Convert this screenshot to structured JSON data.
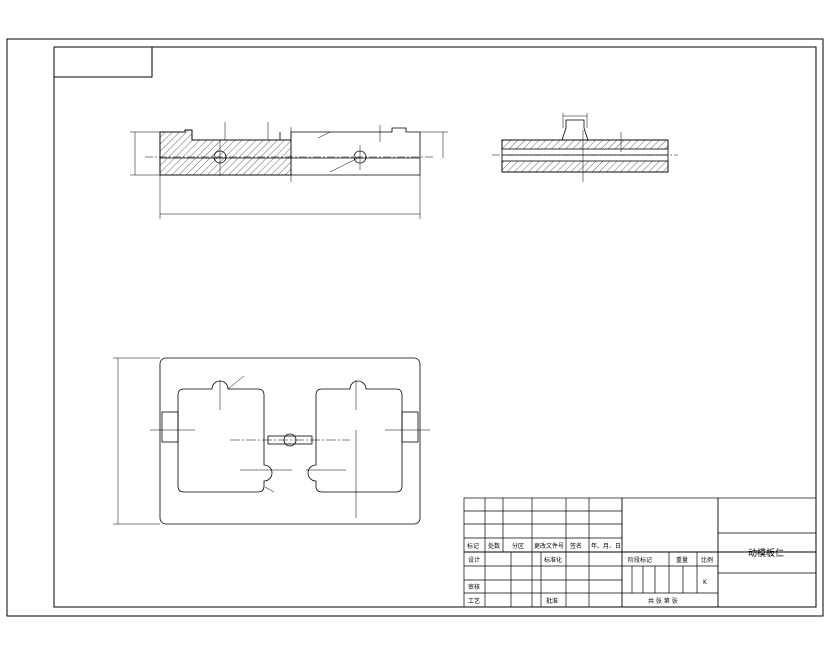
{
  "title_block": {
    "part_name": "动模板仁",
    "scale_letter": "K",
    "row_headers": {
      "mark": "标记",
      "count": "处数",
      "zone": "分区",
      "change_doc": "更改文件号",
      "signature": "签名",
      "date": "年、月、日"
    },
    "design": "设计",
    "standardization": "标准化",
    "stage_mark": "阶段标记",
    "weight": "重量",
    "scale": "比例",
    "review": "审核",
    "process": "工艺",
    "approve": "批准",
    "sheets": "共 张 第 张"
  },
  "colors": {
    "line": "#000000",
    "background": "#ffffff"
  }
}
